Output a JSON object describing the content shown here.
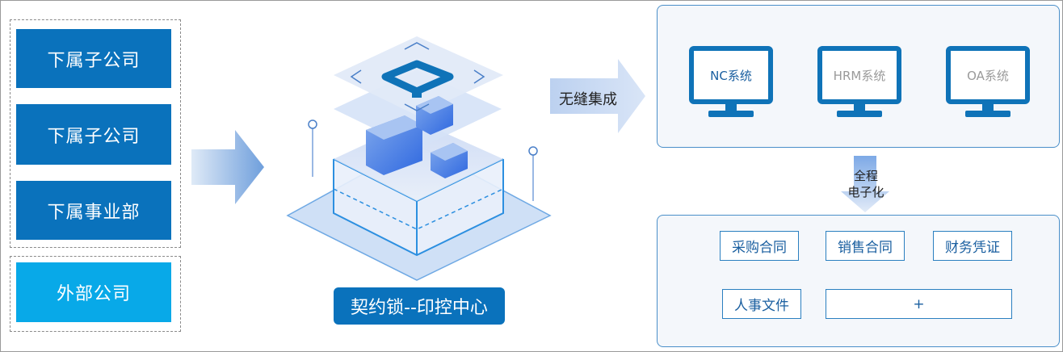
{
  "subsidiaries": [
    {
      "label": "下属子公司"
    },
    {
      "label": "下属子公司"
    },
    {
      "label": "下属事业部"
    }
  ],
  "external": {
    "label": "外部公司"
  },
  "center": {
    "label": "契约锁--印控中心"
  },
  "integration_label": "无缝集成",
  "systems": [
    {
      "label": "NC系统",
      "active": true
    },
    {
      "label": "HRM系统",
      "active": false
    },
    {
      "label": "OA系统",
      "active": false
    }
  ],
  "electronic_label": {
    "line1": "全程",
    "line2": "电子化"
  },
  "documents": [
    {
      "label": "采购合同"
    },
    {
      "label": "销售合同"
    },
    {
      "label": "财务凭证"
    },
    {
      "label": "人事文件"
    },
    {
      "label": "+"
    }
  ],
  "colors": {
    "subsidiary_bg": "#0a72bc",
    "external_bg": "#08a9e8",
    "accent": "#0f73b8",
    "inactive_text": "#9a9a9a"
  }
}
